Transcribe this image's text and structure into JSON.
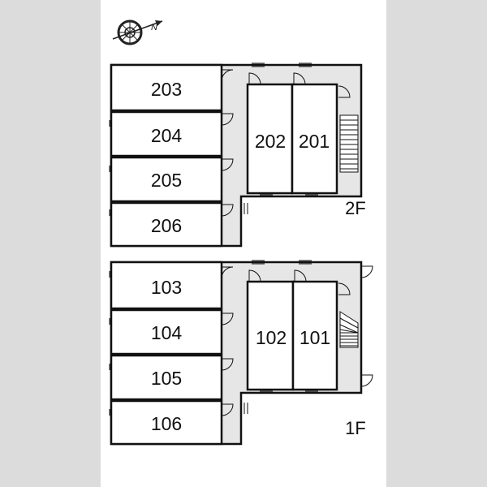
{
  "compass": {
    "icon": "compass-rose-icon",
    "north_label": "N"
  },
  "floor2": {
    "label": "2F",
    "rooms": {
      "r203": "203",
      "r204": "204",
      "r205": "205",
      "r206": "206",
      "r202": "202",
      "r201": "201"
    }
  },
  "floor1": {
    "label": "1F",
    "rooms": {
      "r103": "103",
      "r104": "104",
      "r105": "105",
      "r106": "106",
      "r102": "102",
      "r101": "101"
    }
  },
  "colors": {
    "corridor": "#e6e6e6",
    "wall": "#111111",
    "room": "#ffffff",
    "background": "#dcdcdc"
  }
}
